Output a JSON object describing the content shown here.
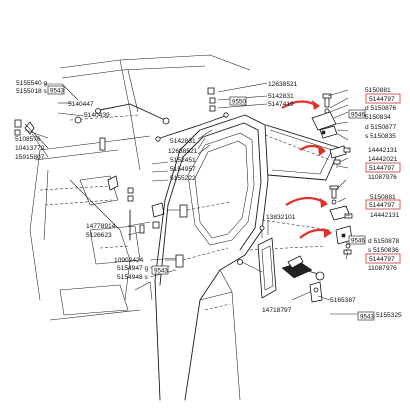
{
  "labels": {
    "l5155540": "5155540 g",
    "l5155018": "5155018 s",
    "l5140447": "5140447",
    "l5140439": "5140439",
    "l5108576": "5108576",
    "l10413770": "10413770",
    "l15915807": "15915807",
    "l12638521": "12638521",
    "l5142831a": "5142831",
    "l5147419": "5147419",
    "l5142831b": "5142831",
    "l12638521b": "12638521",
    "l5152451": "5152451",
    "l5154957": "5154957",
    "l5155222": "5155222",
    "l14778914": "14778914",
    "l5126623": "5126623",
    "l10902424": "10902424",
    "l5154947": "5154947 g",
    "l5154948": "5154948 s",
    "l13832101": "13832101",
    "l14718797": "14718797",
    "l5165387": "5165387",
    "l5155325": "5155325",
    "l5150881": "5150881",
    "l5150876": "d 5150876",
    "l5150834": "5150834",
    "l5150877": "d 5150877",
    "l5150835": "s 5150835",
    "l14442131": "14442131",
    "l14442021": "14442021",
    "l11087976": "11087976",
    "l5150881b": "5150881",
    "l14442131b": "14442131",
    "l5150878": "d 5150878",
    "l5150836": "s 5150836",
    "l11087976b": "11087976"
  },
  "boxed": {
    "b9543a": "9543",
    "b9550": "9550",
    "b9543b": "9543",
    "b9543c": "9543",
    "b9546a": "9546",
    "b9546b": "9546"
  },
  "highlighted": {
    "h5144797a": "5144797",
    "h5144797b": "5144797",
    "h5144797c": "5144797",
    "h5144797d": "5144797"
  },
  "colors": {
    "highlight_box": "#d95a5a",
    "arrow": "#e0302a",
    "ink": "#1a1a1a"
  }
}
